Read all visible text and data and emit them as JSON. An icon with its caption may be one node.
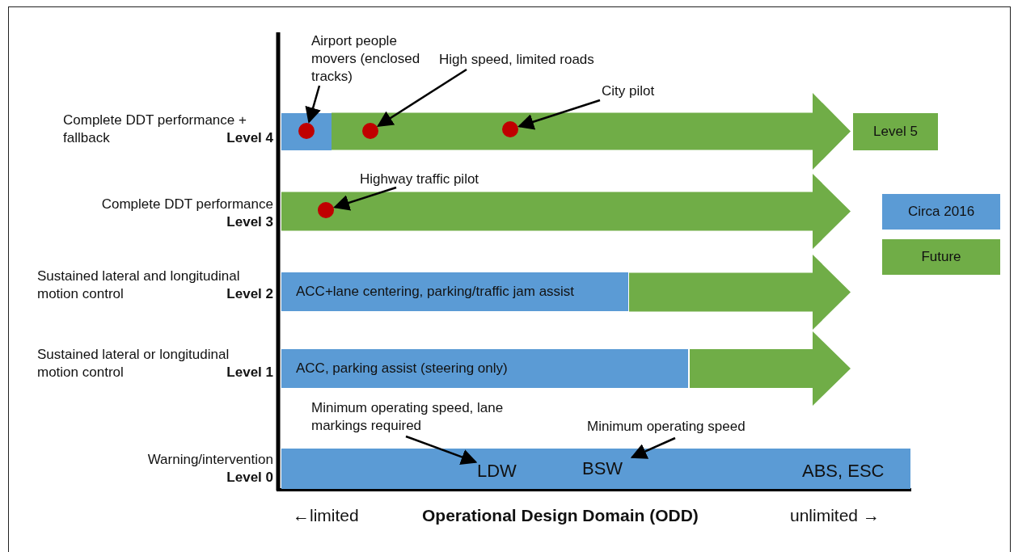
{
  "diagram": {
    "nodes": [
      {
        "text": [],
        "shape": "bar"
      },
      {
        "text": [],
        "shape": "arrow"
      },
      {
        "text": [],
        "shape": "circle",
        "in": 0
      },
      {
        "text": [],
        "shape": "circle",
        "in": 1
      },
      {
        "text": [],
        "shape": "circle",
        "in": 1
      },
      {
        "text": [
          "Level 5"
        ]
      },
      {
        "text": [],
        "shape": "arrow"
      },
      {
        "text": [],
        "shape": "circle",
        "in": 6
      },
      {
        "text": [
          "ACC+lane centering, parking/traffic jam assist"
        ]
      },
      {
        "text": [],
        "shape": "arrow"
      },
      {
        "text": [
          "ACC, parking assist (steering only)"
        ]
      },
      {
        "text": [],
        "shape": "arrow"
      },
      {
        "text": [],
        "shape": "bar"
      },
      {
        "text": [
          "LDW"
        ],
        "in": 12
      },
      {
        "text": [
          "BSW"
        ],
        "in": 12
      },
      {
        "text": [
          "ABS, ESC"
        ],
        "in": 12
      },
      {
        "text": [
          "Airport people movers (enclosed tracks)"
        ]
      },
      {
        "text": [
          "High speed, limited roads"
        ]
      },
      {
        "text": [
          "City pilot"
        ]
      },
      {
        "text": [
          "Highway traffic pilot"
        ]
      },
      {
        "text": [
          "Minimum operating speed, lane markings required"
        ]
      },
      {
        "text": [
          "Minimum operating speed"
        ]
      }
    ],
    "edges": [
      {
        "from": 16,
        "to": 2,
        "arrow": "to"
      },
      {
        "from": 17,
        "to": 3,
        "arrow": "to"
      },
      {
        "from": 18,
        "to": 4,
        "arrow": "to"
      },
      {
        "from": 19,
        "to": 7,
        "arrow": "to"
      },
      {
        "from": 20,
        "to": 13,
        "arrow": "to"
      },
      {
        "from": 21,
        "to": 14,
        "arrow": "to"
      }
    ],
    "labels": [
      "Complete DDT performance + fallback",
      "Level 4",
      "Complete DDT performance",
      "Level 3",
      "Sustained lateral and longitudinal motion control",
      "Level 2",
      "Sustained lateral or longitudinal motion control",
      "Level 1",
      "Warning/intervention",
      "Level 0",
      "←limited",
      "Operational Design Domain (ODD)",
      "unlimited →"
    ],
    "legend": [
      {
        "text": "Circa 2016",
        "color": "#5b9bd5"
      },
      {
        "text": "Future",
        "color": "#70ad47"
      }
    ]
  }
}
